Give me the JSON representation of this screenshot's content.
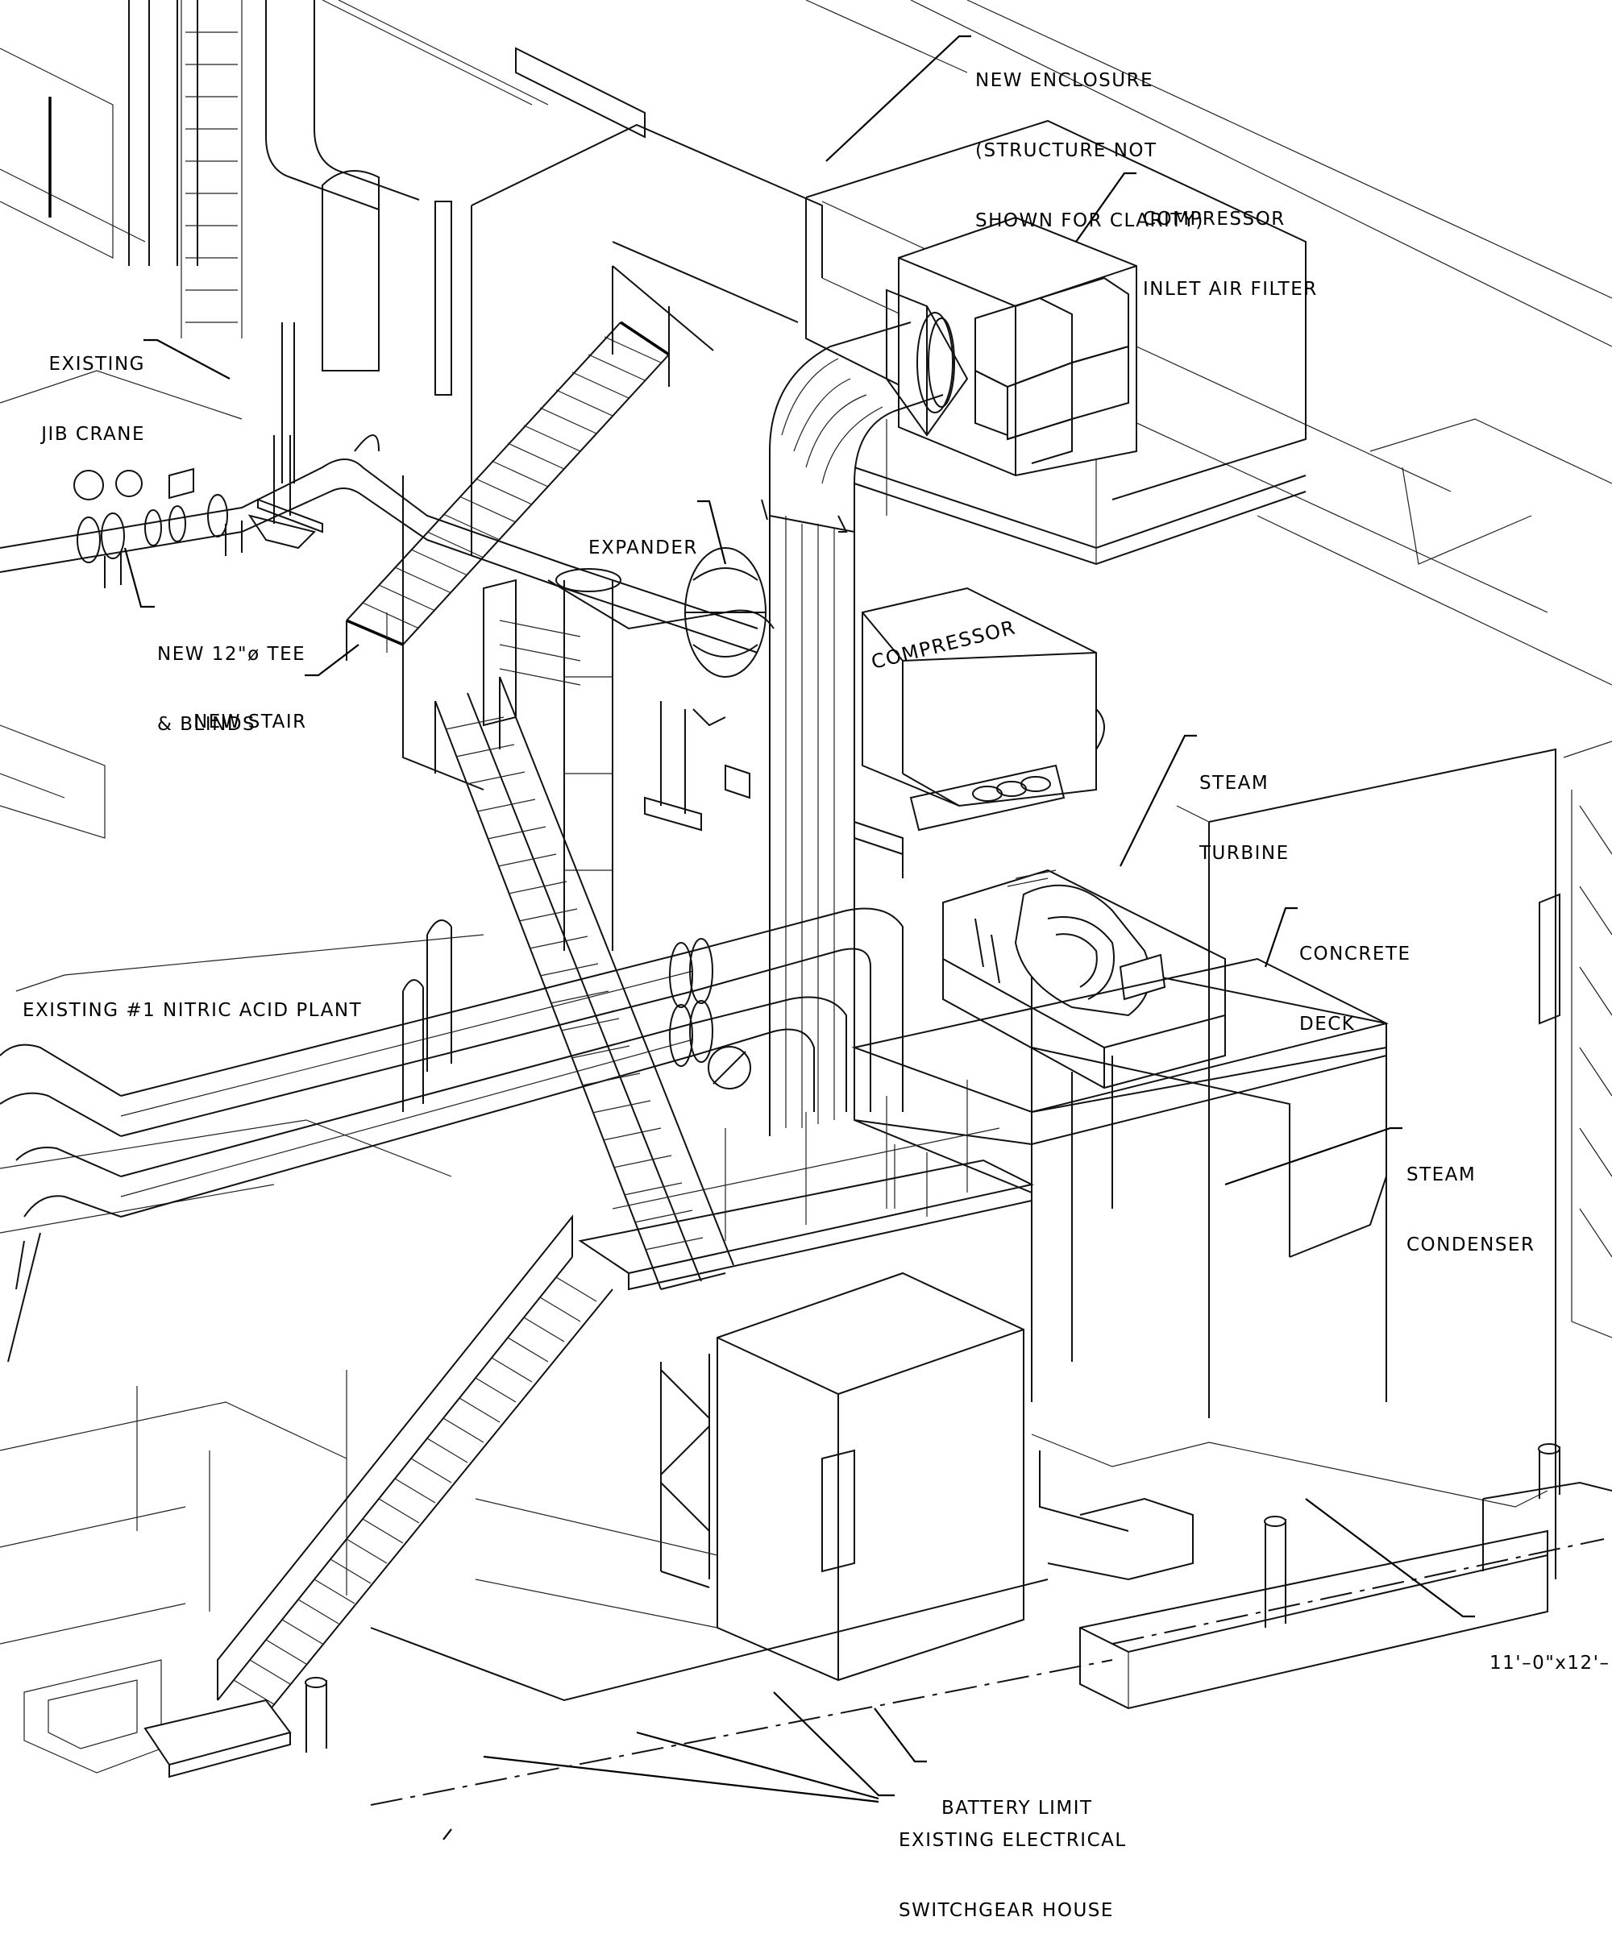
{
  "labels": {
    "new_enclosure": [
      "NEW ENCLOSURE",
      "(STRUCTURE NOT",
      "SHOWN FOR CLARITY)"
    ],
    "compressor_filter": [
      "COMPRESSOR",
      "INLET AIR FILTER"
    ],
    "jib_crane": [
      "EXISTING",
      "JIB CRANE"
    ],
    "expander": "EXPANDER",
    "tee_blinds": [
      "NEW 12\"ø TEE",
      "& BLINDS"
    ],
    "new_stair": "NEW STAIR",
    "compressor": "COMPRESSOR",
    "steam_turbine": [
      "STEAM",
      "TURBINE"
    ],
    "concrete_deck": [
      "CONCRETE",
      "DECK"
    ],
    "nitric_plant": "EXISTING #1 NITRIC ACID PLANT",
    "steam_condenser": [
      "STEAM",
      "CONDENSER"
    ],
    "dimension": "11'–0\"x12'–",
    "battery_limit": "BATTERY LIMIT",
    "switchgear": [
      "EXISTING ELECTRICAL",
      "SWITCHGEAR HOUSE"
    ]
  }
}
